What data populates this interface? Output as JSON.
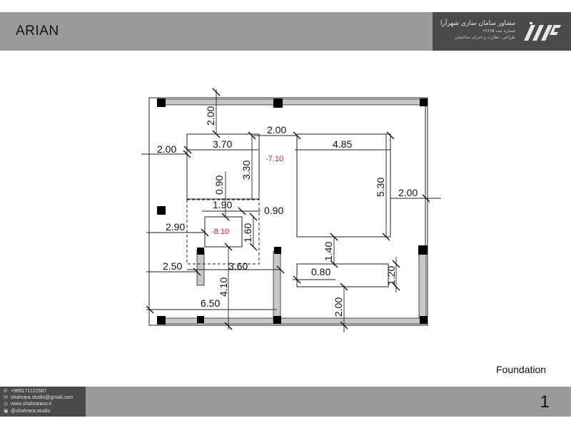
{
  "header": {
    "title": "ARIAN",
    "brand_name": "مشاور سامان سازی شهرآرا",
    "brand_line2": "شماره ثبت ۶۶۶۶۵",
    "brand_line3": "طراحی، نظارت و اجرای ساختمان",
    "logo_icon": "shahrara-logo-icon"
  },
  "plan": {
    "dimensions": {
      "top_gap": "2.00",
      "left_gap": "2.00",
      "upper_box_width": "3.70",
      "upper_box_height": "3.30",
      "mid_gap": "2.00",
      "right_box_width": "4.85",
      "right_box_height": "5.30",
      "right_gap": "2.00",
      "vertical_090": "0.90",
      "pit_width": "1.90",
      "pit_gap": "0.90",
      "pit_left": "2.90",
      "pit_height": "1.60",
      "left_250": "2.50",
      "width_360": "3.60",
      "height_410": "4.10",
      "overall_650": "6.50",
      "vertical_140": "1.40",
      "small_box_width": "0.80",
      "small_box_height": "1.20",
      "bottom_gap": "2.00"
    },
    "levels": {
      "upper_level": "-7.10",
      "pit_level": "-8.10"
    },
    "colors": {
      "level_text": "#e0201b",
      "wall_fill": "#c8c8c8",
      "column_fill": "#000000"
    }
  },
  "sheet_label": "Foundation",
  "footer": {
    "phone": "+989171122567",
    "email": "shahrara.studio@gmail.com",
    "website": "www.shahraraco.ir",
    "instagram": "@shahrara.studio",
    "page_number": "1"
  }
}
